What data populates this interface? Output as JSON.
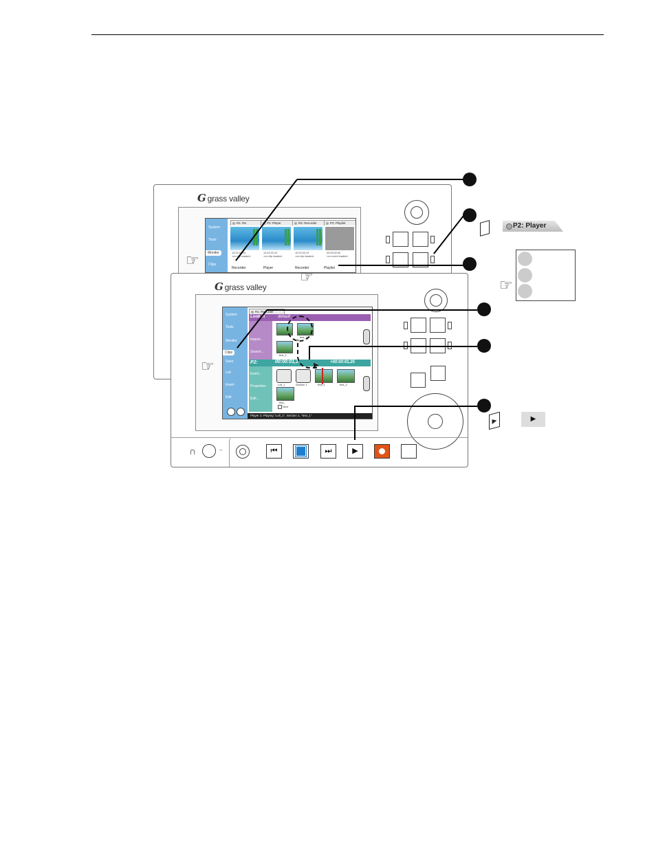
{
  "brand": {
    "name": "grass valley",
    "mark": "G"
  },
  "callouts": [
    "",
    "",
    "",
    "",
    "",
    ""
  ],
  "back_device": {
    "sidebar": [
      "System",
      "Tools",
      "Monitor",
      "Clips"
    ],
    "active_sidebar": "Monitor",
    "tabs": [
      "R1: Re",
      "P2: Player",
      "R2: Recorder",
      "P2: Playlist"
    ],
    "monitors": [
      {
        "timecode": "10:23:33,19",
        "status": "<no clip loaded>",
        "label": "Recorder"
      },
      {
        "timecode": "10:23:33,19",
        "status": "<no clip loaded>",
        "label": "Player"
      },
      {
        "timecode": "10:23:33,19",
        "status": "<no clip loaded>",
        "label": "Recorder"
      },
      {
        "timecode": "00:00:00:00",
        "status": "<no event loaded>",
        "label": "Playlist"
      }
    ]
  },
  "front_device": {
    "sidebar_top": [
      "System",
      "Tools",
      "Monitor",
      "Clips"
    ],
    "active_sidebar": "Clips",
    "tab": "R1: Recorder",
    "lookin_label": "Look in",
    "lookin_value": "default",
    "clip_menu": [
      "Import...",
      "Search..."
    ],
    "clip_names": [
      "test_2",
      "test_1"
    ],
    "p2_label": "P2:",
    "p2_timecode": "00:00:01,1",
    "p2_duration": "+00:00:01,25",
    "sidebar_bottom": [
      "Save",
      "List",
      "Insert",
      "Edit"
    ],
    "p2_menu": [
      "Insert...",
      "Properties",
      "Edit..."
    ],
    "playlist_items": [
      "Loll_1",
      "Section 1",
      "test_1",
      "test_2",
      "test_"
    ],
    "checkbox_label": "Next",
    "statusbar": "Player 2: Playing \"Loll_1\", Section 1, \"test_1\""
  },
  "ui_samples": {
    "player_tab": "P2: Player"
  }
}
